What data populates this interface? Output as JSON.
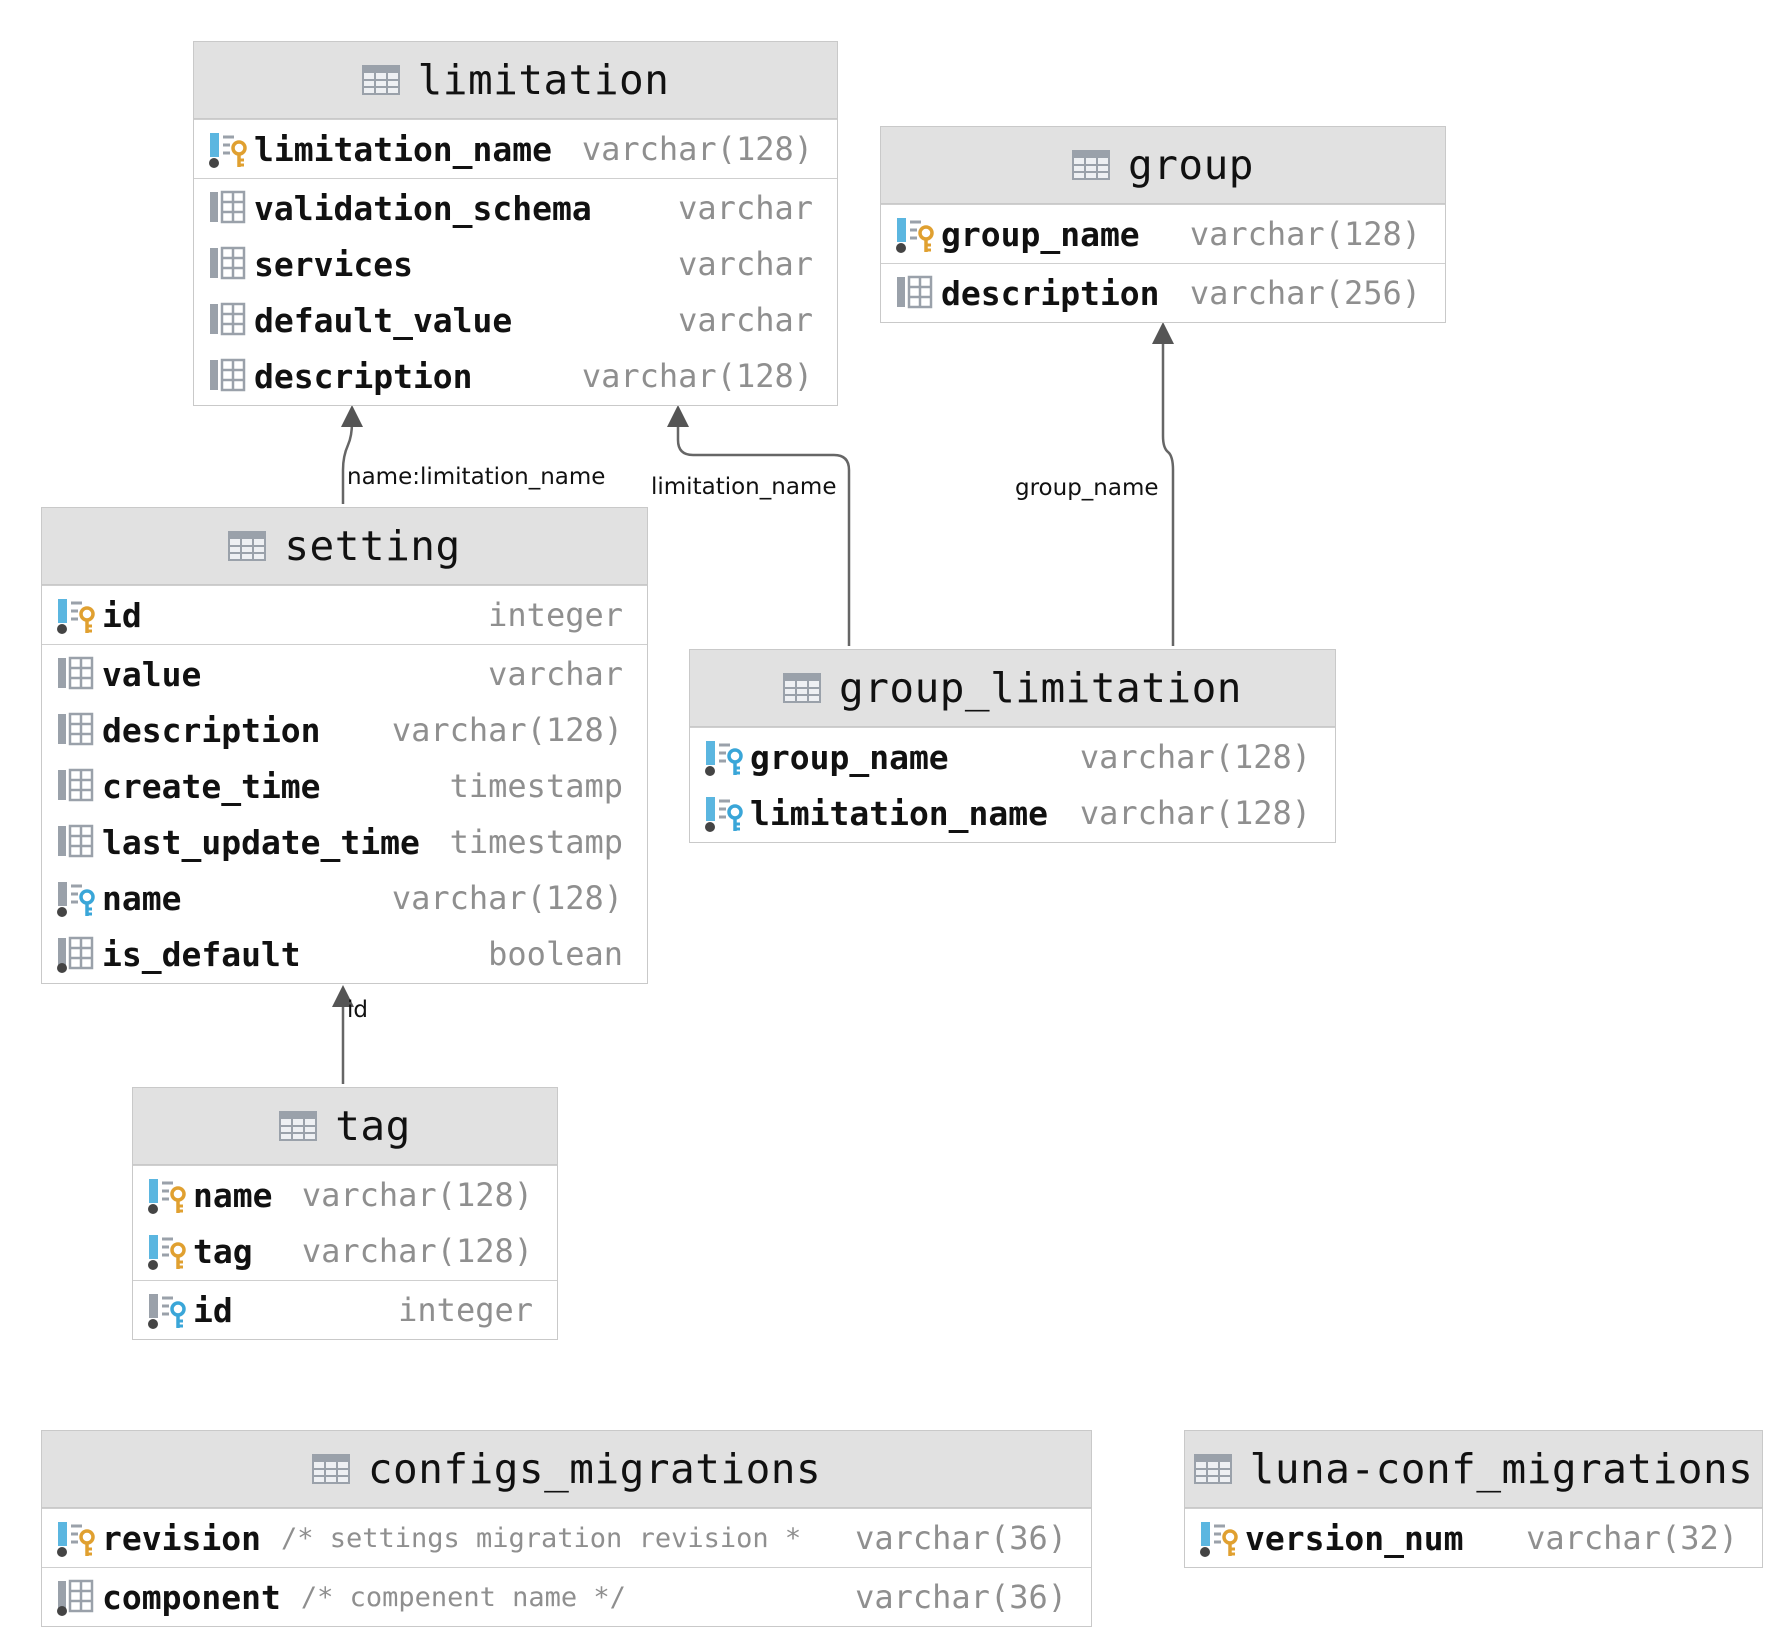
{
  "tables": [
    {
      "key": "limitation",
      "name": "limitation",
      "groups": [
        [
          {
            "name": "limitation_name",
            "type": "varchar(128)",
            "icon": "pk"
          }
        ],
        [
          {
            "name": "validation_schema",
            "type": "varchar",
            "icon": "col"
          },
          {
            "name": "services",
            "type": "varchar",
            "icon": "col"
          },
          {
            "name": "default_value",
            "type": "varchar",
            "icon": "col"
          },
          {
            "name": "description",
            "type": "varchar(128)",
            "icon": "col"
          }
        ]
      ]
    },
    {
      "key": "group",
      "name": "group",
      "groups": [
        [
          {
            "name": "group_name",
            "type": "varchar(128)",
            "icon": "pk"
          }
        ],
        [
          {
            "name": "description",
            "type": "varchar(256)",
            "icon": "col"
          }
        ]
      ]
    },
    {
      "key": "setting",
      "name": "setting",
      "groups": [
        [
          {
            "name": "id",
            "type": "integer",
            "icon": "pk"
          }
        ],
        [
          {
            "name": "value",
            "type": "varchar",
            "icon": "col"
          },
          {
            "name": "description",
            "type": "varchar(128)",
            "icon": "col"
          },
          {
            "name": "create_time",
            "type": "timestamp",
            "icon": "col"
          },
          {
            "name": "last_update_time",
            "type": "timestamp",
            "icon": "col"
          },
          {
            "name": "name",
            "type": "varchar(128)",
            "icon": "fk"
          },
          {
            "name": "is_default",
            "type": "boolean",
            "icon": "colnn"
          }
        ]
      ]
    },
    {
      "key": "group_limitation",
      "name": "group_limitation",
      "groups": [
        [
          {
            "name": "group_name",
            "type": "varchar(128)",
            "icon": "pkfk"
          },
          {
            "name": "limitation_name",
            "type": "varchar(128)",
            "icon": "pkfk"
          }
        ]
      ]
    },
    {
      "key": "tag",
      "name": "tag",
      "groups": [
        [
          {
            "name": "name",
            "type": "varchar(128)",
            "icon": "pk"
          },
          {
            "name": "tag",
            "type": "varchar(128)",
            "icon": "pk"
          }
        ],
        [
          {
            "name": "id",
            "type": "integer",
            "icon": "fk"
          }
        ]
      ]
    },
    {
      "key": "configs_migrations",
      "name": "configs_migrations",
      "groups": [
        [
          {
            "name": "revision",
            "comment": "/* settings migration revision *",
            "type": "varchar(36)",
            "icon": "pk"
          }
        ],
        [
          {
            "name": "component",
            "comment": "/* compenent name */",
            "type": "varchar(36)",
            "icon": "colnn"
          }
        ]
      ]
    },
    {
      "key": "luna_conf_migrations",
      "name": "luna-conf_migrations",
      "groups": [
        [
          {
            "name": "version_num",
            "type": "varchar(32)",
            "icon": "pk"
          }
        ]
      ]
    }
  ],
  "relations": [
    {
      "key": "setting_limitation",
      "from": "setting",
      "to": "limitation",
      "label": "name:limitation_name"
    },
    {
      "key": "group_limitation_limitation",
      "from": "group_limitation",
      "to": "limitation",
      "label": "limitation_name"
    },
    {
      "key": "group_limitation_group",
      "from": "group_limitation",
      "to": "group",
      "label": "group_name"
    },
    {
      "key": "tag_setting",
      "from": "tag",
      "to": "setting",
      "label": "id"
    }
  ],
  "colors": {
    "header": "#e1e1e1",
    "border": "#c9c9c9",
    "edge": "#666666",
    "pk_key": "#e0a030",
    "fk_key": "#3aa6d8"
  }
}
